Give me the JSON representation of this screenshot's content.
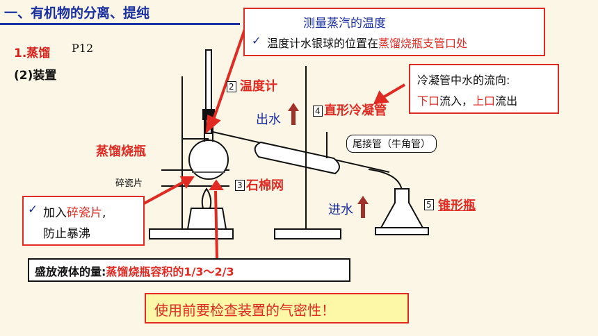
{
  "heading": {
    "title": "一、有机物的分离、提纯"
  },
  "section": {
    "number": "1.蒸馏",
    "page": "P12",
    "sub": "(2)装置"
  },
  "top_note": {
    "title": "测量蒸汽的温度",
    "check": "✓",
    "line_prefix": "温度计水银球的位置在",
    "line_highlight": "蒸馏烧瓶支管口处"
  },
  "water_note": {
    "line1": "冷凝管中水的流向:",
    "line2_a": "下口",
    "line2_b": "流入",
    "line2_sep": "，",
    "line2_c": "上口",
    "line2_d": "流出"
  },
  "labels": {
    "thermometer_num": "2",
    "thermometer": "温度计",
    "condenser_num": "4",
    "condenser": "直形冷凝管",
    "water_out": "出水",
    "water_in": "进水",
    "adapter": "尾接管（牛角管）",
    "flask": "蒸馏烧瓶",
    "chips_small": "碎瓷片",
    "gauze_num": "3",
    "gauze": "石棉网",
    "conical_num": "5",
    "conical": "锥形瓶"
  },
  "chips_note": {
    "check": "✓",
    "line1_a": "加入",
    "line1_b": "碎瓷片",
    "line1_c": ",",
    "line2": "防止暴沸"
  },
  "volume_note": {
    "prefix": "盛放液体的量:",
    "highlight": "蒸馏烧瓶容积的1/3～2/3"
  },
  "airtight_note": {
    "text": "使用前要检查装置的气密性！"
  },
  "colors": {
    "red": "#e02a22",
    "blue": "#1a2fa0",
    "yellow": "#fdf7a8",
    "bg": "#fbf6e6"
  }
}
